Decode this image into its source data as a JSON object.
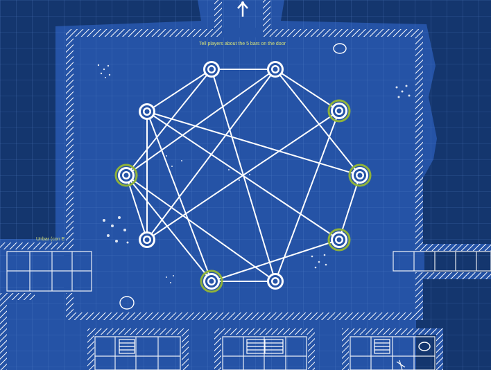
{
  "map": {
    "room_note": "Tell players about the 5 bars on the door",
    "side_note": "Unbar (con E",
    "colors": {
      "void": "#14366e",
      "floor": "#2553a6",
      "floor_light": "#2d62b8",
      "wall": "#ffffff",
      "grid": "#5b86cf",
      "node_active_ring": "#8fb23a",
      "note_text": "#d7e27a"
    }
  },
  "puzzle": {
    "nodes": [
      {
        "id": 1,
        "active": false
      },
      {
        "id": 2,
        "active": false
      },
      {
        "id": 3,
        "active": true
      },
      {
        "id": 4,
        "active": true
      },
      {
        "id": 5,
        "active": true
      },
      {
        "id": 6,
        "active": false
      },
      {
        "id": 7,
        "active": true
      },
      {
        "id": 8,
        "active": false
      },
      {
        "id": 9,
        "active": true
      },
      {
        "id": 10,
        "active": false
      }
    ],
    "links": [
      [
        1,
        2
      ],
      [
        1,
        10
      ],
      [
        1,
        6
      ],
      [
        1,
        9
      ],
      [
        2,
        3
      ],
      [
        2,
        4
      ],
      [
        2,
        8
      ],
      [
        2,
        9
      ],
      [
        3,
        6
      ],
      [
        3,
        8
      ],
      [
        4,
        5
      ],
      [
        4,
        10
      ],
      [
        5,
        7
      ],
      [
        5,
        10
      ],
      [
        6,
        7
      ],
      [
        6,
        9
      ],
      [
        7,
        9
      ],
      [
        7,
        10
      ],
      [
        8,
        10
      ],
      [
        8,
        9
      ]
    ]
  },
  "icons": [
    "exit-arrow-icon",
    "rubble-icon",
    "barrel-icon",
    "crate-icon",
    "skeleton-icon"
  ]
}
